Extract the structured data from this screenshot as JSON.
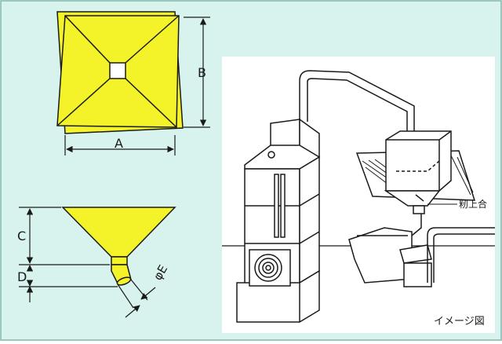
{
  "colors": {
    "panel_bg": "#d8f3ed",
    "hopper_fill": "#f4f32a",
    "line": "#1a1a1a",
    "white_panel": "#ffffff"
  },
  "top_view": {
    "dim_a": "A",
    "dim_b": "B"
  },
  "side_view": {
    "dim_c": "C",
    "dim_d": "D",
    "dim_e": "φE"
  },
  "illustration": {
    "part_label": "籾上合",
    "caption": "イメージ図"
  }
}
